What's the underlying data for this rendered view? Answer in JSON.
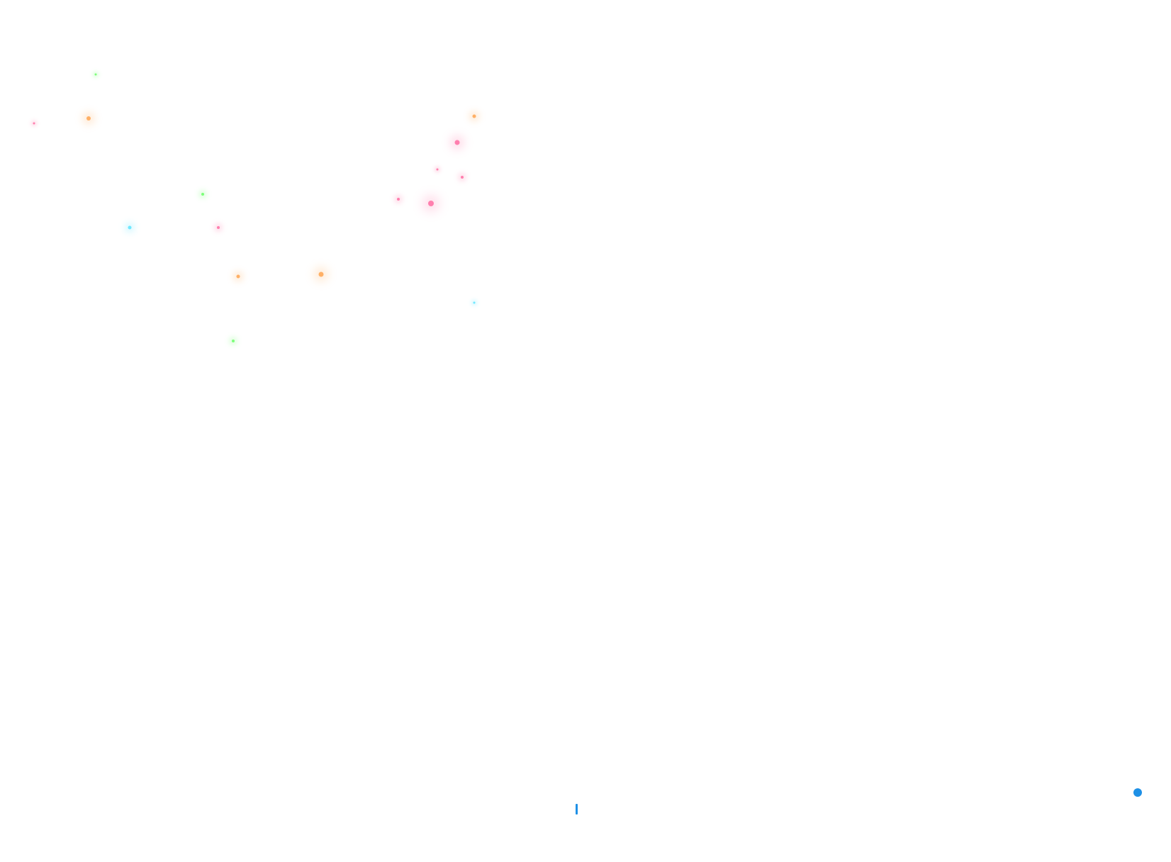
{
  "background": "#ffffff",
  "accent": "#1e90e6",
  "sparkle_colors": {
    "green": "#7dff7a",
    "orange": "#ffb066",
    "pink": "#ff7fae",
    "cyan": "#6fe8ff"
  },
  "sparkles": [
    {
      "color": "green"
    },
    {
      "color": "pink"
    },
    {
      "color": "orange"
    },
    {
      "color": "orange"
    },
    {
      "color": "pink"
    },
    {
      "color": "pink"
    },
    {
      "color": "pink"
    },
    {
      "color": "pink"
    },
    {
      "color": "pink"
    },
    {
      "color": "green"
    },
    {
      "color": "cyan"
    },
    {
      "color": "pink"
    },
    {
      "color": "orange"
    },
    {
      "color": "orange"
    },
    {
      "color": "cyan"
    },
    {
      "color": "green"
    }
  ],
  "controls": {
    "scroll_dot_icon": "dot-indicator-icon",
    "cursor_icon": "text-cursor-icon"
  }
}
